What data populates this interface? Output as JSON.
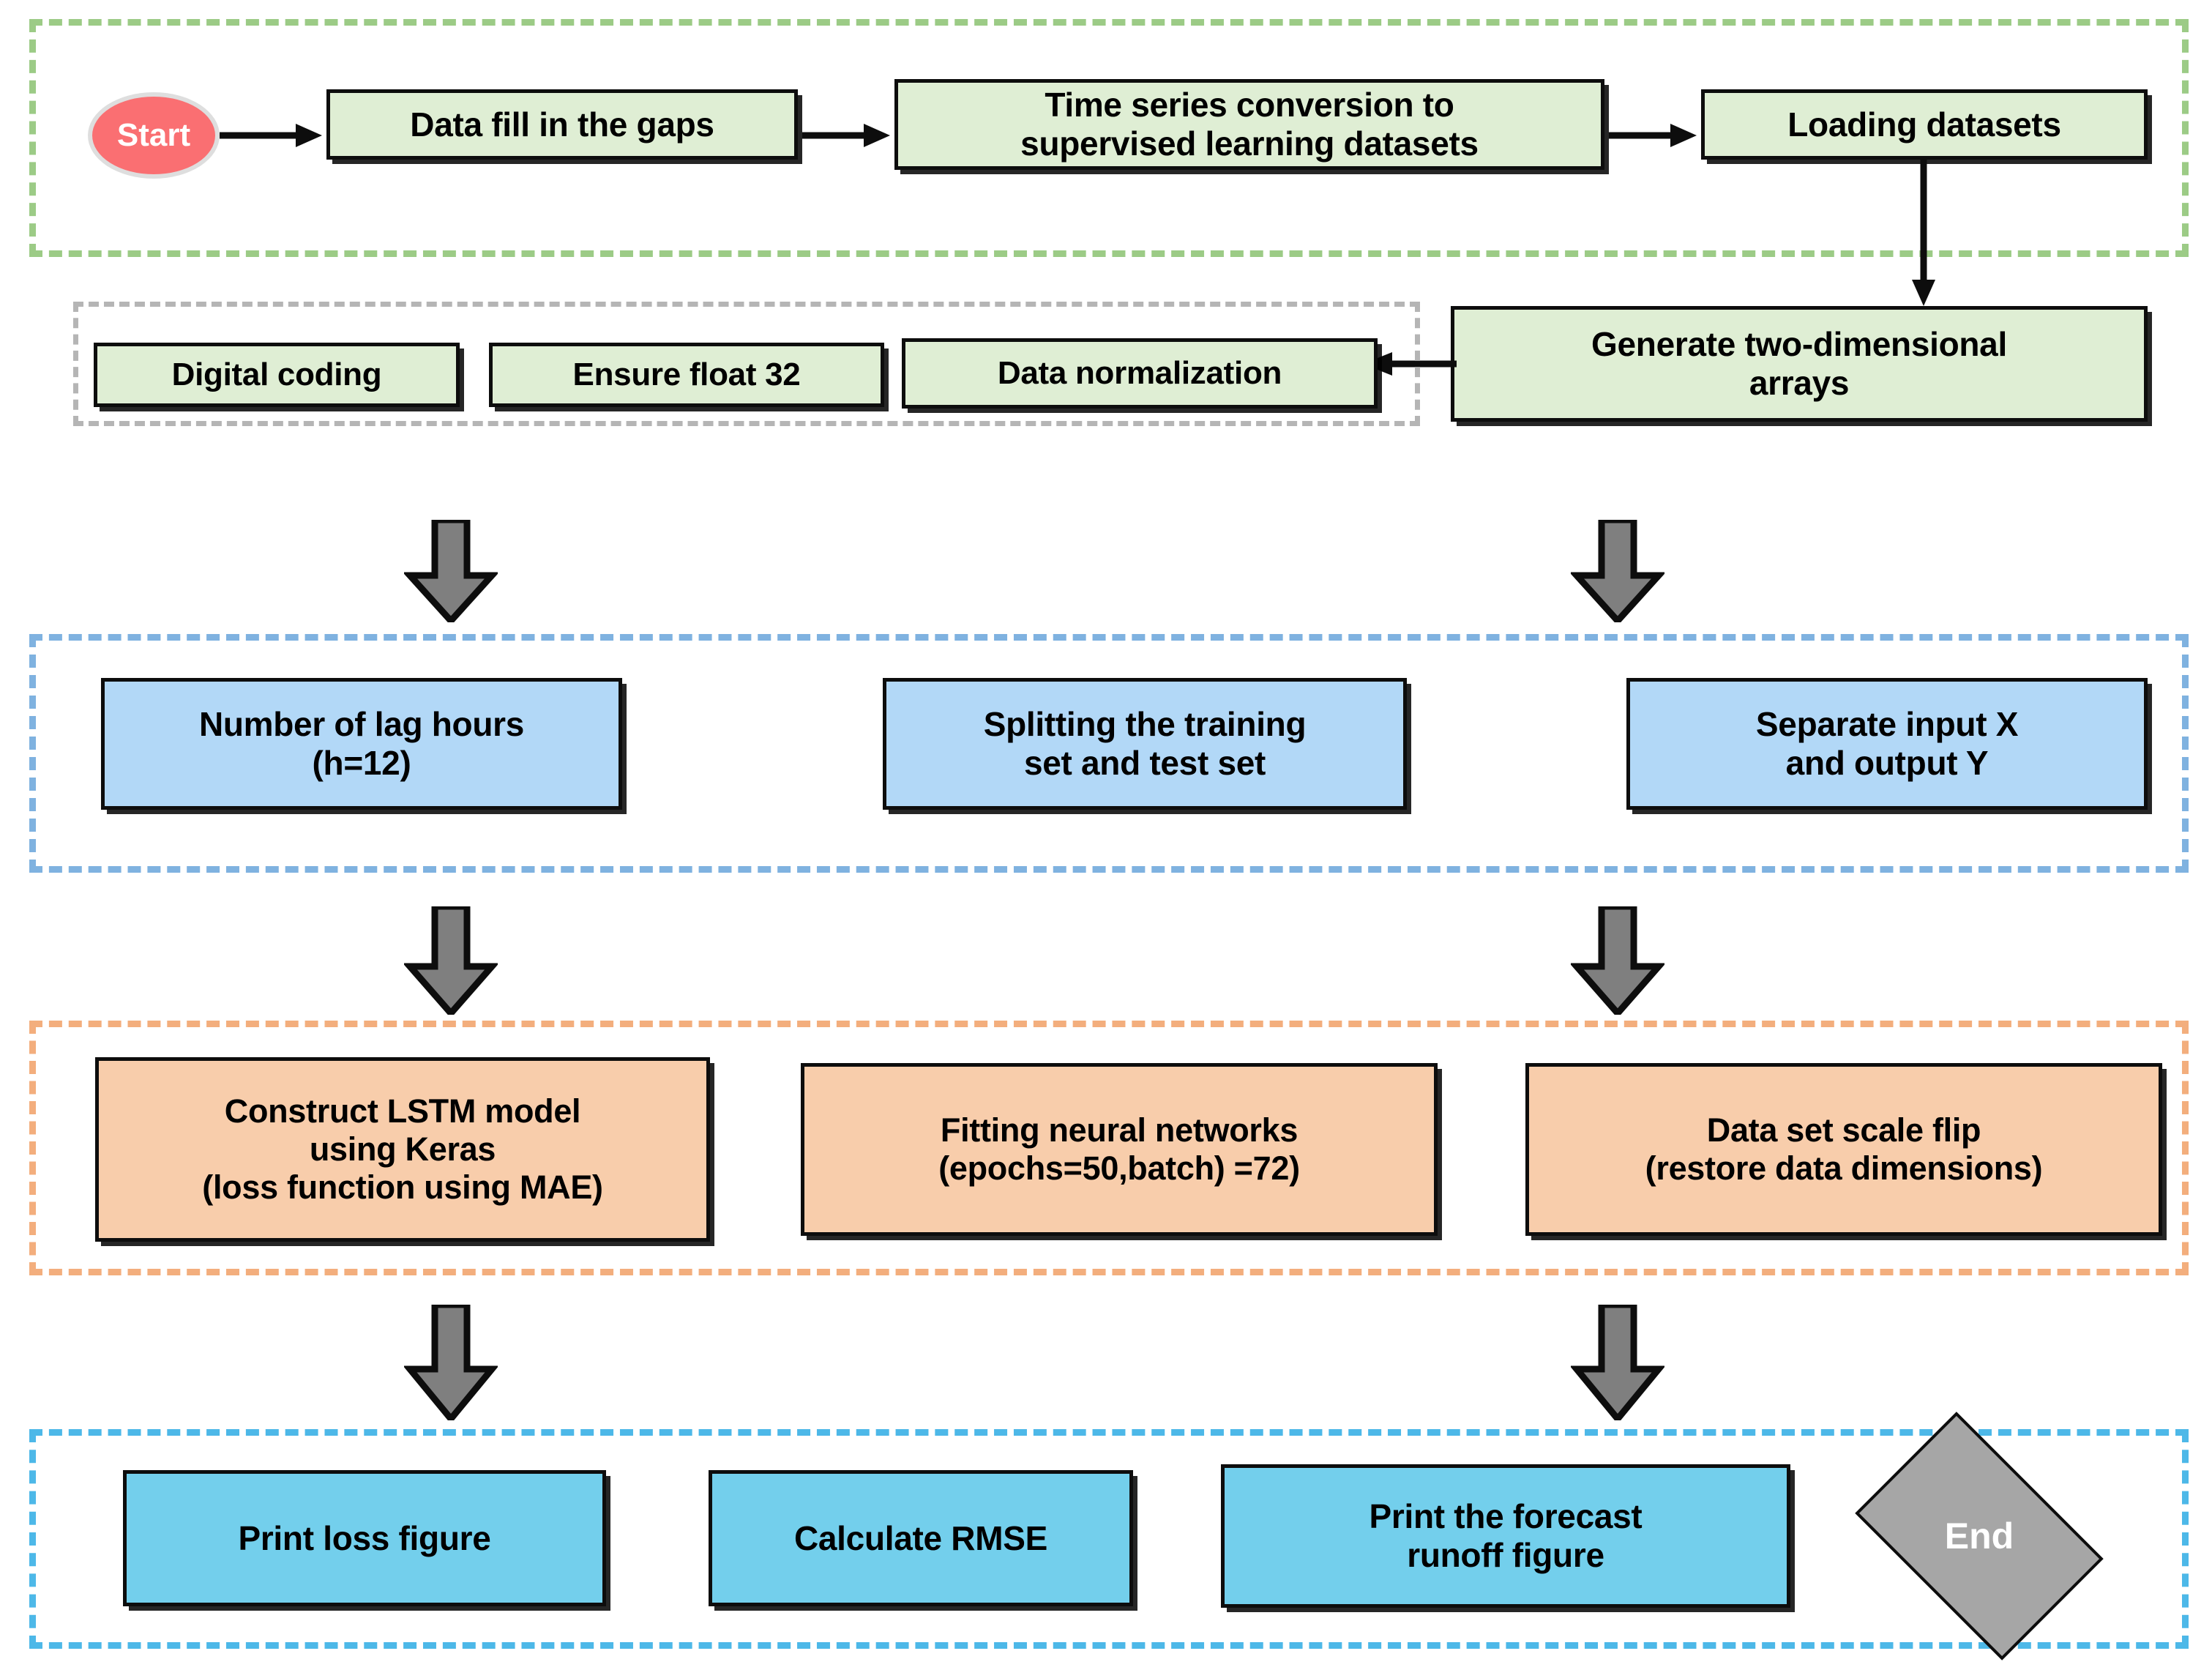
{
  "diagram": {
    "title": "LSTM runoff forecasting workflow flowchart",
    "colors": {
      "group_green": "#9ccb86",
      "group_blue": "#7fb2e0",
      "group_orange": "#f3ae7d",
      "group_cyan": "#4db8e8",
      "group_gray_inner": "#b5b5b5",
      "box_green": "#dfeed4",
      "box_blue": "#b2d8f7",
      "box_orange": "#f8cdab",
      "box_cyan": "#73cfec",
      "start_fill": "#fa6f72",
      "end_fill": "#a6a6a6",
      "block_arrow_fill": "#7f7f7f",
      "stroke": "#0d0d0d"
    }
  },
  "stage_preprocess": {
    "start": "Start",
    "boxes": [
      {
        "id": "data-fill-in-the-gaps",
        "label": "Data fill in the gaps"
      },
      {
        "id": "time-series-conversion",
        "label": "Time series conversion to\nsupervised learning datasets"
      },
      {
        "id": "loading-datasets",
        "label": "Loading datasets"
      },
      {
        "id": "generate-two-dimensional-arrays",
        "label": "Generate two-dimensional\narrays"
      }
    ],
    "inner_group": {
      "boxes": [
        {
          "id": "digital-coding",
          "label": "Digital coding"
        },
        {
          "id": "ensure-float-32",
          "label": "Ensure float 32"
        },
        {
          "id": "data-normalization",
          "label": "Data normalization"
        }
      ]
    }
  },
  "stage_prepare": {
    "boxes": [
      {
        "id": "number-of-lag-hours",
        "label": "Number of lag hours\n(h=12)"
      },
      {
        "id": "splitting-training-test-set",
        "label": "Splitting the training\nset and test set"
      },
      {
        "id": "separate-input-output",
        "label": "Separate input X\nand output Y"
      }
    ]
  },
  "stage_model": {
    "boxes": [
      {
        "id": "construct-lstm-model",
        "label": "Construct LSTM model\nusing Keras\n(loss function using MAE)"
      },
      {
        "id": "fitting-neural-networks",
        "label": "Fitting neural networks\n(epochs=50,batch) =72)"
      },
      {
        "id": "data-set-scale-flip",
        "label": "Data set scale flip\n(restore data dimensions)"
      }
    ]
  },
  "stage_output": {
    "boxes": [
      {
        "id": "print-loss-figure",
        "label": "Print loss figure"
      },
      {
        "id": "calculate-rmse",
        "label": "Calculate RMSE"
      },
      {
        "id": "print-forecast-runoff-figure",
        "label": "Print the forecast\nrunoff  figure"
      }
    ],
    "end": "End"
  }
}
